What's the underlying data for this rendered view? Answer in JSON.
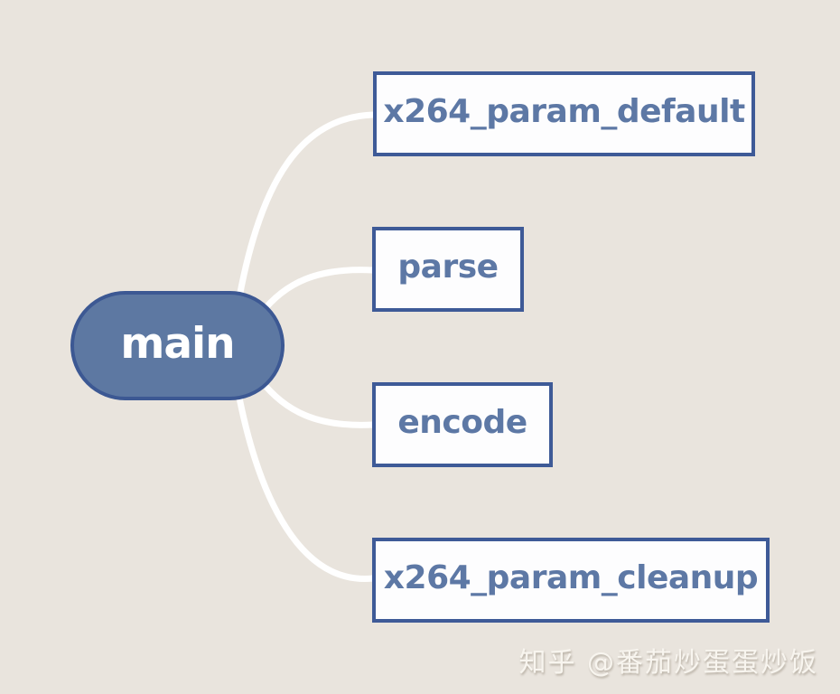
{
  "diagram": {
    "root": {
      "label": "main"
    },
    "children": [
      {
        "label": "x264_param_default"
      },
      {
        "label": "parse"
      },
      {
        "label": "encode"
      },
      {
        "label": "x264_param_cleanup"
      }
    ]
  },
  "watermark": {
    "text": "知乎 @番茄炒蛋蛋炒饭"
  },
  "colors": {
    "background": "#e9e4dd",
    "root-fill": "#5d78a2",
    "root-border": "#3c5893",
    "root-text": "#ffffff",
    "box-fill": "#fdfdfe",
    "box-border": "#3e5a97",
    "box-text": "#5d78a5",
    "connector": "#ffffff",
    "watermark-text": "#f8f5ef"
  }
}
